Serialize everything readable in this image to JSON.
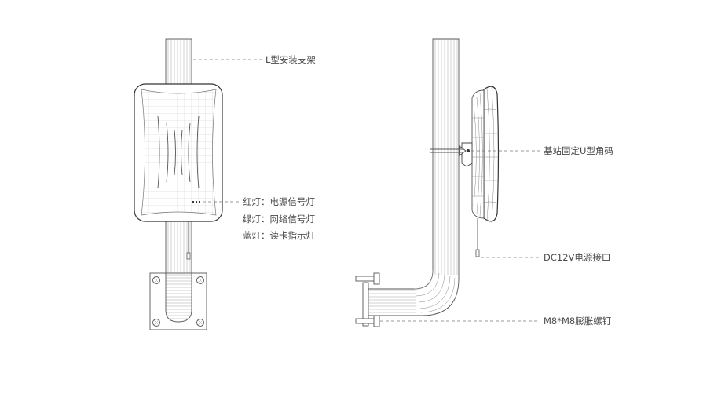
{
  "labels": {
    "bracket": "L型安装支架",
    "led_red": "红灯：电源信号灯",
    "led_green": "绿灯：网络信号灯",
    "led_blue": "蓝灯：读卡指示灯",
    "u_bracket": "基站固定U型角码",
    "power_port": "DC12V电源接口",
    "screws": "M8*M8膨胀螺钉"
  }
}
